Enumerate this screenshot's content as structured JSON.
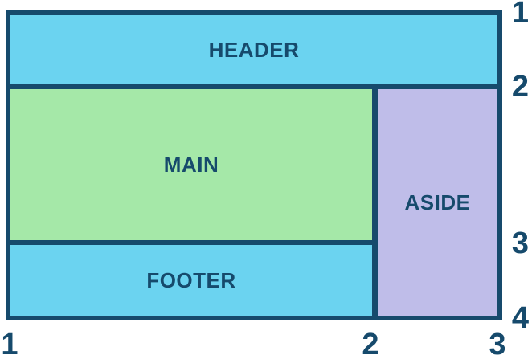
{
  "diagram": {
    "areas": [
      {
        "name": "header",
        "label": "HEADER",
        "fill": "#6bd3f0"
      },
      {
        "name": "main",
        "label": "MAIN",
        "fill": "#a5e8a8"
      },
      {
        "name": "aside",
        "label": "ASIDE",
        "fill": "#bfbde9"
      },
      {
        "name": "footer",
        "label": "FOOTER",
        "fill": "#6bd3f0"
      }
    ],
    "grid_line_labels": {
      "rows": [
        "1",
        "2",
        "3",
        "4"
      ],
      "columns": [
        "1",
        "2",
        "3"
      ]
    },
    "colors": {
      "line": "#164a6c",
      "text": "#164a6c",
      "background": "#ffffff"
    }
  }
}
